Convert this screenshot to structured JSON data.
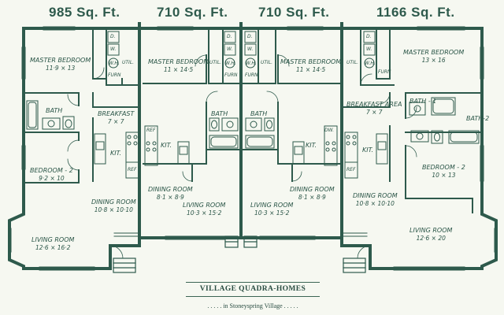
{
  "units": [
    {
      "sqft": "985 Sq. Ft."
    },
    {
      "sqft": "710 Sq. Ft."
    },
    {
      "sqft": "710 Sq. Ft."
    },
    {
      "sqft": "1166 Sq. Ft."
    }
  ],
  "rooms": {
    "u1_master": {
      "name": "MASTER BEDROOM",
      "dim": "11·9 × 13"
    },
    "u1_bath": {
      "name": "BATH"
    },
    "u1_breakfast": {
      "name": "BREAKFAST",
      "dim": "7 × 7"
    },
    "u1_kit": {
      "name": "KIT."
    },
    "u1_bedroom2": {
      "name": "BEDROOM - 2",
      "dim": "9·2 × 10"
    },
    "u1_dining": {
      "name": "DINING ROOM",
      "dim": "10·8 × 10·10"
    },
    "u1_living": {
      "name": "LIVING ROOM",
      "dim": "12·6 × 16·2"
    },
    "u2_master": {
      "name": "MASTER BEDROOM",
      "dim": "11 × 14·5"
    },
    "u2_bath": {
      "name": "BATH"
    },
    "u2_kit": {
      "name": "KIT."
    },
    "u2_dining": {
      "name": "DINING ROOM",
      "dim": "8·1 × 8·9"
    },
    "u2_living": {
      "name": "LIVING ROOM",
      "dim": "10·3 × 15·2"
    },
    "u3_master": {
      "name": "MASTER BEDROOM",
      "dim": "11 × 14·5"
    },
    "u3_bath": {
      "name": "BATH"
    },
    "u3_kit": {
      "name": "KIT."
    },
    "u3_dining": {
      "name": "DINING ROOM",
      "dim": "8·1 × 8·9"
    },
    "u3_living": {
      "name": "LIVING ROOM",
      "dim": "10·3 × 15·2"
    },
    "u4_master": {
      "name": "MASTER BEDROOM",
      "dim": "13 × 16"
    },
    "u4_bath1": {
      "name": "BATH - 1"
    },
    "u4_bath2": {
      "name": "BATH-2"
    },
    "u4_breakfast": {
      "name": "BREAKFAST AREA",
      "dim": "7 × 7"
    },
    "u4_kit": {
      "name": "KIT."
    },
    "u4_bedroom2": {
      "name": "BEDROOM - 2",
      "dim": "10 × 13"
    },
    "u4_dining": {
      "name": "DINING ROOM",
      "dim": "10·8 × 10·10"
    },
    "u4_living": {
      "name": "LIVING ROOM",
      "dim": "12·6 × 20"
    }
  },
  "fixtures": {
    "dryer": "D.",
    "washer": "W.",
    "water_heater": "W.H.",
    "util": "UTIL.",
    "furn": "FURN",
    "ref": "REF",
    "dw": "DW."
  },
  "caption": {
    "title": "VILLAGE QUADRA-HOMES",
    "subtitle": ". . . . . in Stoneyspring Village . . . . ."
  }
}
